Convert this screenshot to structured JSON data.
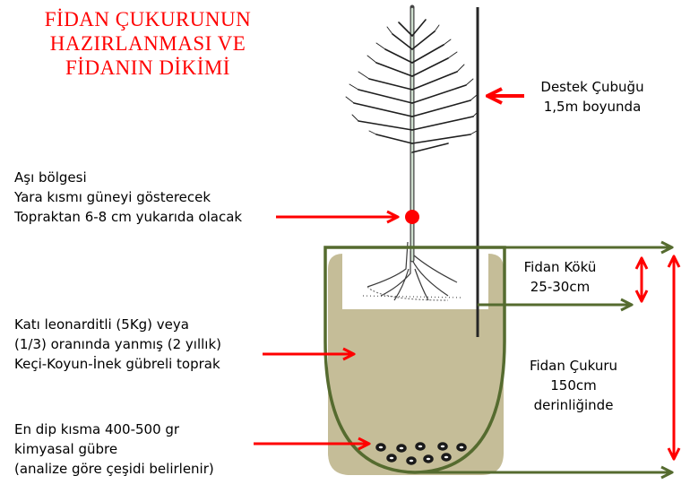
{
  "title": {
    "lines": [
      "FİDAN ÇUKURUNUN",
      "HAZIRLANMASI VE",
      "FİDANIN DİKİMİ"
    ],
    "color": "#ff0000"
  },
  "labels": {
    "support_stake": {
      "lines": [
        "Destek Çubuğu",
        "1,5m boyunda"
      ]
    },
    "graft_zone": {
      "lines": [
        "Aşı bölgesi",
        "Yara kısmı güneyi gösterecek",
        "Topraktan 6-8 cm yukarıda olacak"
      ]
    },
    "root": {
      "lines": [
        "Fidan Kökü",
        "25-30cm"
      ]
    },
    "fill_soil": {
      "lines": [
        "Katı leonarditli (5Kg) veya",
        "(1/3) oranında yanmış (2 yıllık)",
        "Keçi-Koyun-İnek gübreli toprak"
      ]
    },
    "pit": {
      "lines": [
        "Fidan Çukuru",
        "150cm",
        "derinliğinde"
      ]
    },
    "fertilizer": {
      "lines": [
        "En dip kısma 400-500 gr",
        "kimyasal gübre",
        "(analize göre çeşidi belirlenir)"
      ]
    }
  },
  "colors": {
    "arrow_red": "#ff0000",
    "pit_outline_green": "#556b2f",
    "soil_tan": "#c5bd98",
    "stake": "#262626",
    "fertilizer_pellet": "#1a1a1a"
  },
  "icons": {
    "graft_marker": "red-dot",
    "fertilizer_pellets": "ring-pellets",
    "tree": "bare-root-sapling"
  }
}
